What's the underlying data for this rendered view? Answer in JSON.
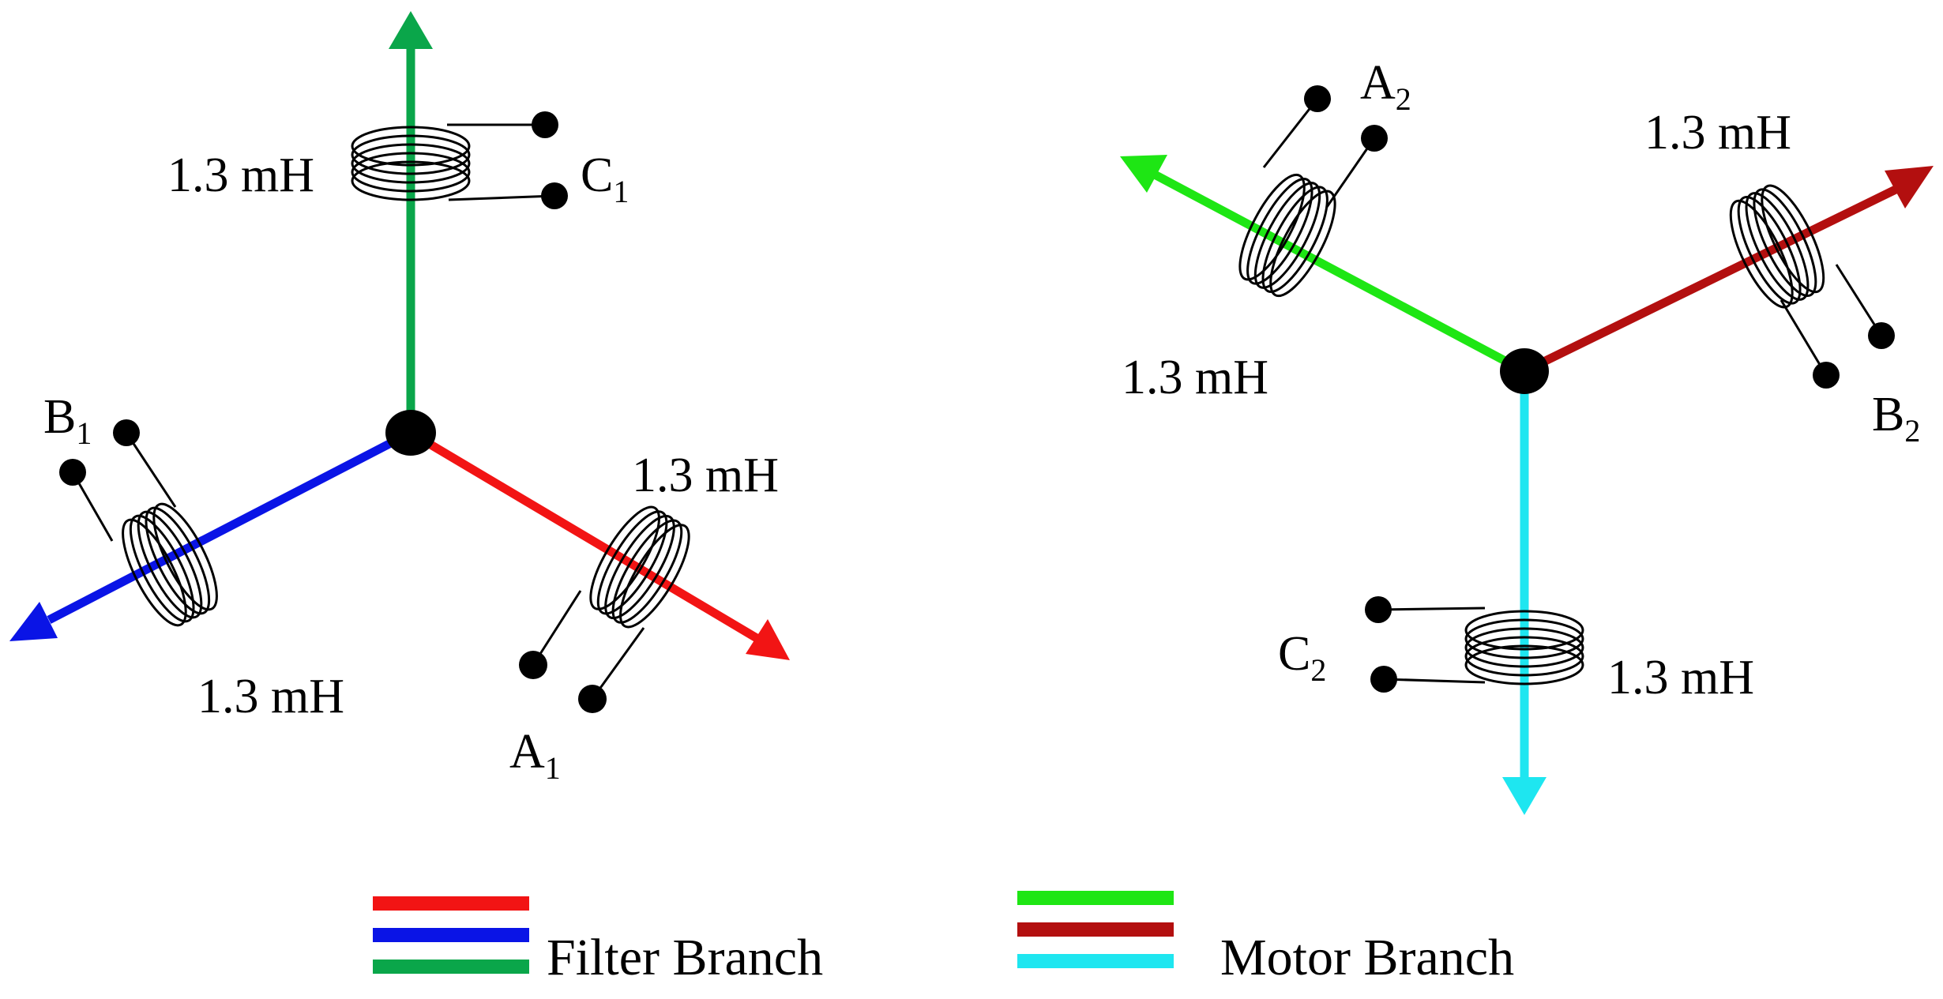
{
  "inductance_label": "1.3 mH",
  "filter_star": {
    "terminals": [
      {
        "letter": "C",
        "sub": "1"
      },
      {
        "letter": "B",
        "sub": "1"
      },
      {
        "letter": "A",
        "sub": "1"
      }
    ],
    "colors": {
      "c_branch": "#0aa64a",
      "b_branch": "#0a14e6",
      "a_branch": "#f21414"
    }
  },
  "motor_star": {
    "terminals": [
      {
        "letter": "A",
        "sub": "2"
      },
      {
        "letter": "B",
        "sub": "2"
      },
      {
        "letter": "C",
        "sub": "2"
      }
    ],
    "colors": {
      "a_branch": "#1ee614",
      "b_branch": "#b30f0f",
      "c_branch": "#1ee6f0"
    }
  },
  "legend": {
    "filter_label": "Filter Branch",
    "motor_label": "Motor Branch",
    "filter_colors": [
      "#f21414",
      "#0a14e6",
      "#0aa64a"
    ],
    "motor_colors": [
      "#1ee614",
      "#b30f0f",
      "#1ee6f0"
    ]
  }
}
